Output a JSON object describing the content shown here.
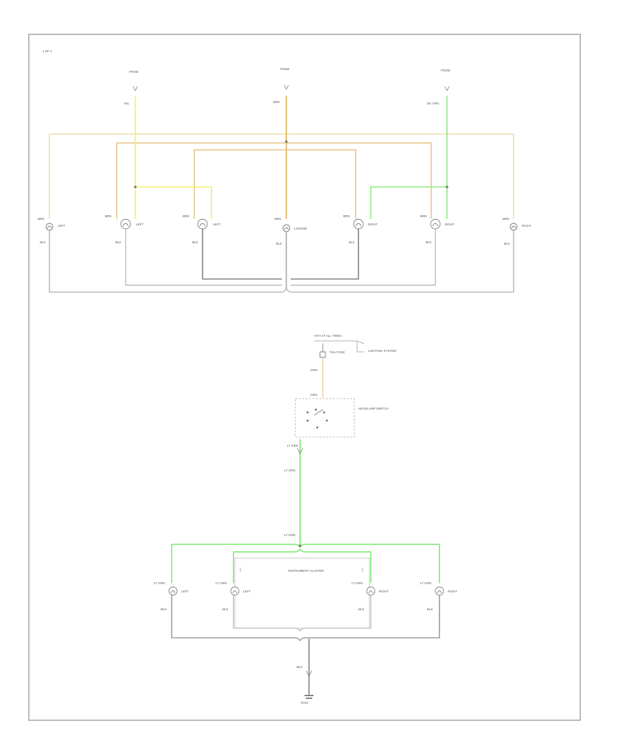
{
  "colors": {
    "yellow": "#f6ef60",
    "tan": "#e6d49a",
    "orange_tan": "#e0b866",
    "green": "#88ec7c",
    "light_green": "#a8f398",
    "gray": "#7f7f7f",
    "light_gray": "#b9b9b9",
    "frame": "#8a8a8a"
  },
  "page": {
    "corner_label": "1 OF 2",
    "footer_label": ""
  },
  "sources": [
    {
      "label": "FROM",
      "wire": "YEL"
    },
    {
      "label": "FROM",
      "wire": "BRN"
    },
    {
      "label": "FROM",
      "wire": "DK GRN"
    }
  ],
  "top_lamps": [
    {
      "wire": "BRN",
      "name": "LEFT",
      "ground": "BLK"
    },
    {
      "wire": "BRN",
      "name": "LEFT",
      "ground": "BLK"
    },
    {
      "wire": "BRN",
      "name": "LEFT",
      "ground": "BLK"
    },
    {
      "wire": "BRN",
      "name": "LICENSE",
      "ground": "BLK"
    },
    {
      "wire": "BRN",
      "name": "RIGHT",
      "ground": "BLK"
    },
    {
      "wire": "BRN",
      "name": "RIGHT",
      "ground": "BLK"
    },
    {
      "wire": "BRN",
      "name": "RIGHT",
      "ground": "BLK"
    }
  ],
  "mid": {
    "fuse_label": "HOT AT ALL TIMES",
    "fuse_name": "TAIL FUSE",
    "fuse_note": "LIGHTING SYSTEM",
    "wire_a": "ORN",
    "wire_b": "ORN",
    "switch_label": "HEADLAMP SWITCH",
    "wire_c": "LT GRN",
    "wire_d": "LT GRN",
    "wire_e": "LT GRN"
  },
  "bottom_lamps": [
    {
      "wire": "LT GRN",
      "name": "LEFT",
      "ground": "BLK"
    },
    {
      "wire": "LT GRN",
      "name": "LEFT",
      "ground": "BLK"
    },
    {
      "wire": "LT GRN",
      "name": "RIGHT",
      "ground": "BLK"
    },
    {
      "wire": "LT GRN",
      "name": "RIGHT",
      "ground": "BLK"
    }
  ],
  "bottom": {
    "panel_label": "INSTRUMENT CLUSTER",
    "ground_wire": "BLK",
    "ground_label": "G101"
  }
}
